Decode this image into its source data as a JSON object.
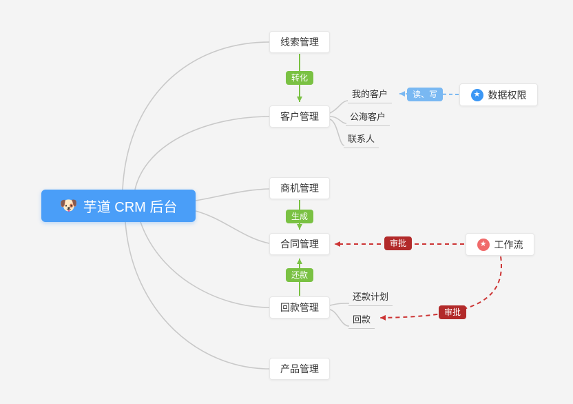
{
  "root": {
    "emoji": "🐶",
    "label": "芋道 CRM 后台"
  },
  "nodes": {
    "leads": {
      "label": "线索管理"
    },
    "customers": {
      "label": "客户管理"
    },
    "opportunities": {
      "label": "商机管理"
    },
    "contracts": {
      "label": "合同管理"
    },
    "receivables": {
      "label": "回款管理"
    },
    "products": {
      "label": "产品管理"
    },
    "data_permission": {
      "label": "数据权限"
    },
    "workflow": {
      "label": "工作流"
    }
  },
  "leaves": {
    "my_customers": {
      "label": "我的客户"
    },
    "public_customers": {
      "label": "公海客户"
    },
    "contacts": {
      "label": "联系人"
    },
    "repayment_plan": {
      "label": "还款计划"
    },
    "repayment": {
      "label": "回款"
    }
  },
  "edge_labels": {
    "convert": "转化",
    "generate": "生成",
    "repay": "还款",
    "read_write": "读、写",
    "approve_contract": "审批",
    "approve_receivable": "审批"
  },
  "icons": {
    "star": "★"
  },
  "colors": {
    "bg": "#f4f4f4",
    "root_bg": "#4a9ef8",
    "green": "#7ac143",
    "blue": "#79b8f2",
    "red_label": "#b22a2a",
    "red_line": "#cc3333",
    "line_gray": "#c9c9c9",
    "star_blue": "#3b97f5",
    "star_red": "#f06a6a",
    "node_text": "#333333"
  }
}
